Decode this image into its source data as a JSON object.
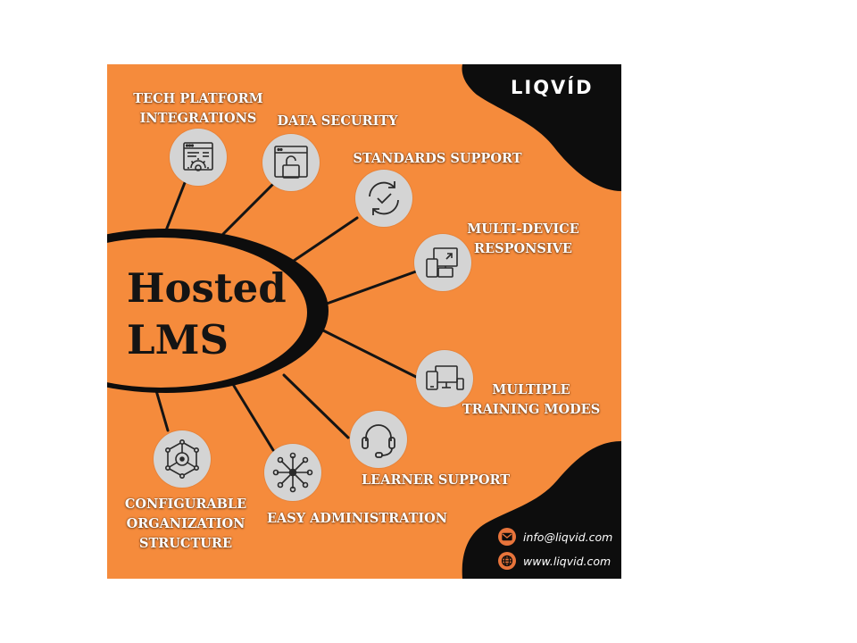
{
  "brand": {
    "logo": "LIQVÍD"
  },
  "title": {
    "line1": "Hosted",
    "line2": "LMS"
  },
  "features": {
    "tech_platform": {
      "line1": "TECH PLATFORM",
      "line2": "INTEGRATIONS",
      "icon": "browser-gear-icon"
    },
    "data_security": {
      "label": "DATA SECURITY",
      "icon": "padlock-window-icon"
    },
    "standards": {
      "label": "STANDARDS SUPPORT",
      "icon": "sync-check-icon"
    },
    "multi_device": {
      "line1": "MULTI-DEVICE",
      "line2": "RESPONSIVE",
      "icon": "responsive-devices-icon"
    },
    "training_modes": {
      "line1": "MULTIPLE",
      "line2": "TRAINING MODES",
      "icon": "multiple-devices-icon"
    },
    "learner_support": {
      "label": "LEARNER SUPPORT",
      "icon": "headset-icon"
    },
    "easy_admin": {
      "label": "EASY ADMINISTRATION",
      "icon": "network-hub-icon"
    },
    "org_structure": {
      "line1": "CONFIGURABLE",
      "line2": "ORGANIZATION",
      "line3": "STRUCTURE",
      "icon": "hexagon-network-icon"
    }
  },
  "contact": {
    "email": "info@liqvid.com",
    "website": "www.liqvid.com"
  },
  "colors": {
    "background": "#f58b3c",
    "dark": "#0d0d0d",
    "circle": "#d4d4d4",
    "label": "#ffffff",
    "accent": "#e8743b"
  }
}
